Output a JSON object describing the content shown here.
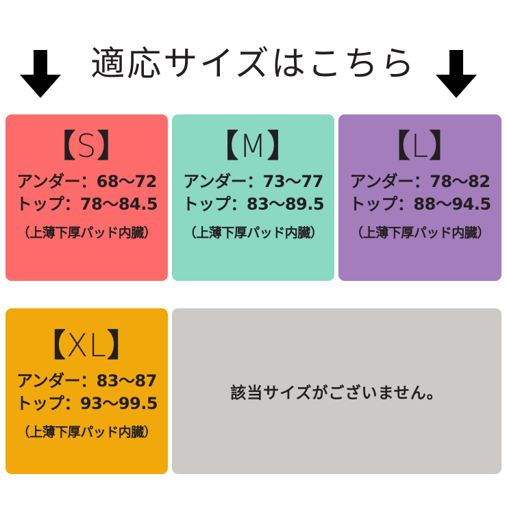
{
  "header": {
    "title": "適応サイズはこちら",
    "left_icon": "down-arrow-icon",
    "right_icon": "down-arrow-icon"
  },
  "colors": {
    "S": "#fe6b6b",
    "M": "#8ad9c0",
    "L": "#a37dbc",
    "XL": "#f1a80a",
    "none": "#ccc9c6",
    "text": "#231f20"
  },
  "sizes": [
    {
      "open": "【",
      "label": "S",
      "close": "】",
      "under": "アンダー：68〜72",
      "top": "トップ：78〜84.5",
      "note": "（上薄下厚パッド内臓）"
    },
    {
      "open": "【",
      "label": "M",
      "close": "】",
      "under": "アンダー：73〜77",
      "top": "トップ：83〜89.5",
      "note": "（上薄下厚パッド内臓）"
    },
    {
      "open": "【",
      "label": "L",
      "close": "】",
      "under": "アンダー：78〜82",
      "top": "トップ：88〜94.5",
      "note": "（上薄下厚パッド内臓）"
    },
    {
      "open": "【",
      "label": "XL",
      "close": "】",
      "under": "アンダー：83〜87",
      "top": "トップ：93〜99.5",
      "note": "（上薄下厚パッド内臓）"
    }
  ],
  "unavailable": {
    "message": "該当サイズがございません。"
  }
}
